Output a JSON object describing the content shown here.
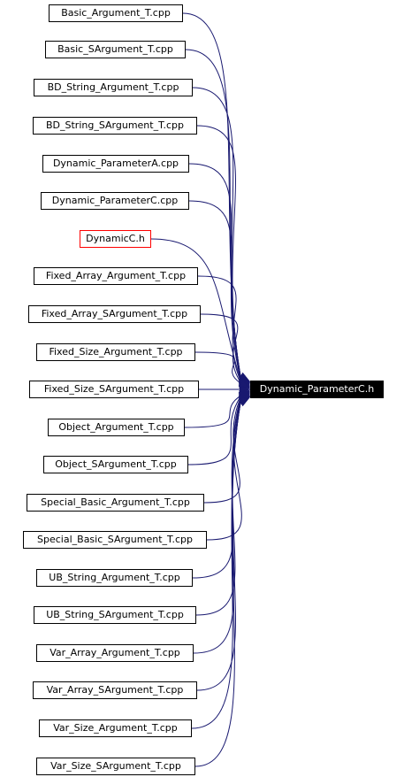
{
  "diagram": {
    "target": {
      "label": "Dynamic_ParameterC.h"
    },
    "sources": [
      {
        "label": "Basic_Argument_T.cpp"
      },
      {
        "label": "Basic_SArgument_T.cpp"
      },
      {
        "label": "BD_String_Argument_T.cpp"
      },
      {
        "label": "BD_String_SArgument_T.cpp"
      },
      {
        "label": "Dynamic_ParameterA.cpp"
      },
      {
        "label": "Dynamic_ParameterC.cpp"
      },
      {
        "label": "DynamicC.h"
      },
      {
        "label": "Fixed_Array_Argument_T.cpp"
      },
      {
        "label": "Fixed_Array_SArgument_T.cpp"
      },
      {
        "label": "Fixed_Size_Argument_T.cpp"
      },
      {
        "label": "Fixed_Size_SArgument_T.cpp"
      },
      {
        "label": "Object_Argument_T.cpp"
      },
      {
        "label": "Object_SArgument_T.cpp"
      },
      {
        "label": "Special_Basic_Argument_T.cpp"
      },
      {
        "label": "Special_Basic_SArgument_T.cpp"
      },
      {
        "label": "UB_String_Argument_T.cpp"
      },
      {
        "label": "UB_String_SArgument_T.cpp"
      },
      {
        "label": "Var_Array_Argument_T.cpp"
      },
      {
        "label": "Var_Array_SArgument_T.cpp"
      },
      {
        "label": "Var_Size_Argument_T.cpp"
      },
      {
        "label": "Var_Size_SArgument_T.cpp"
      }
    ],
    "colors": {
      "edge": "#191970",
      "node_border": "#000000",
      "highlight_border": "#ff0000",
      "target_fill": "#000000",
      "target_text": "#ffffff"
    }
  }
}
